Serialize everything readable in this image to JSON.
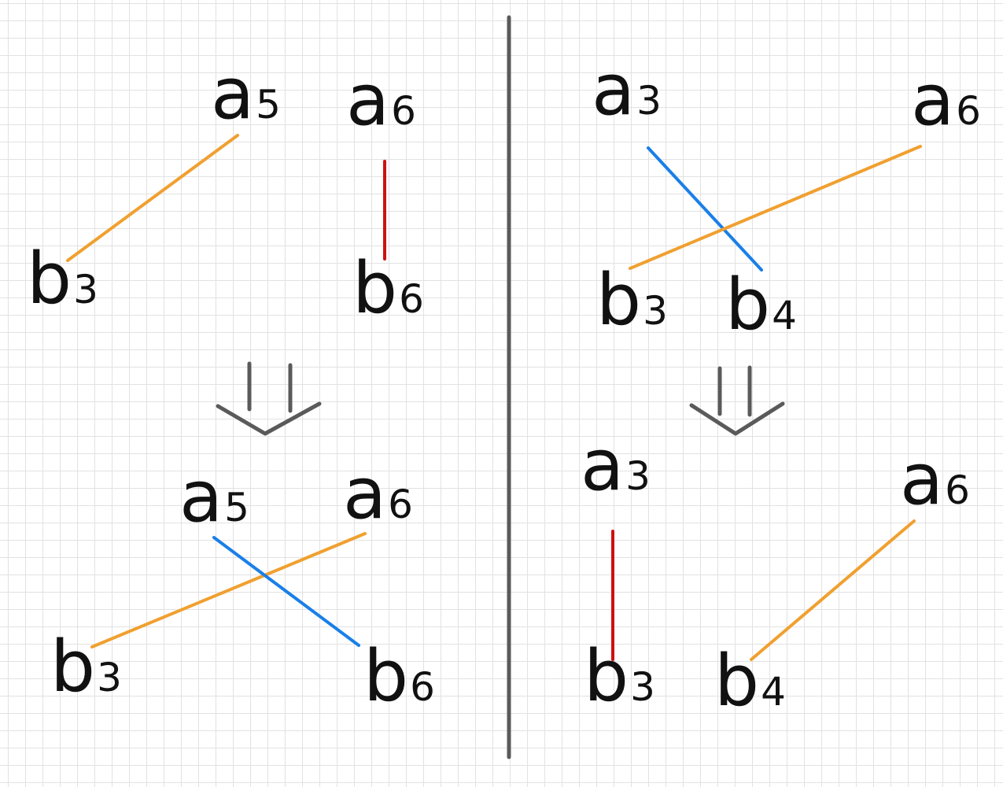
{
  "colors": {
    "orange": "#f0a030",
    "red": "#cc1111",
    "blue": "#1a7fe8",
    "gray": "#5a5a5a",
    "ink": "#111111"
  },
  "labels": {
    "tl_a5": {
      "base": "a",
      "sub": "5"
    },
    "tl_a6": {
      "base": "a",
      "sub": "6"
    },
    "tl_b3": {
      "base": "b",
      "sub": "3"
    },
    "tl_b6": {
      "base": "b",
      "sub": "6"
    },
    "bl_a5": {
      "base": "a",
      "sub": "5"
    },
    "bl_a6": {
      "base": "a",
      "sub": "6"
    },
    "bl_b3": {
      "base": "b",
      "sub": "3"
    },
    "bl_b6": {
      "base": "b",
      "sub": "6"
    },
    "tr_a3": {
      "base": "a",
      "sub": "3"
    },
    "tr_a6": {
      "base": "a",
      "sub": "6"
    },
    "tr_b3": {
      "base": "b",
      "sub": "3"
    },
    "tr_b4": {
      "base": "b",
      "sub": "4"
    },
    "br_a3": {
      "base": "a",
      "sub": "3"
    },
    "br_a6": {
      "base": "a",
      "sub": "6"
    },
    "br_b3": {
      "base": "b",
      "sub": "3"
    },
    "br_b4": {
      "base": "b",
      "sub": "4"
    }
  },
  "edges": [
    {
      "panel": "top-left",
      "from": "a5",
      "to": "b3",
      "color": "orange"
    },
    {
      "panel": "top-left",
      "from": "a6",
      "to": "b6",
      "color": "red"
    },
    {
      "panel": "bottom-left",
      "from": "a5",
      "to": "b6",
      "color": "blue"
    },
    {
      "panel": "bottom-left",
      "from": "a6",
      "to": "b3",
      "color": "orange"
    },
    {
      "panel": "top-right",
      "from": "a3",
      "to": "b4",
      "color": "blue"
    },
    {
      "panel": "top-right",
      "from": "a6",
      "to": "b3",
      "color": "orange"
    },
    {
      "panel": "bottom-right",
      "from": "a3",
      "to": "b3",
      "color": "red"
    },
    {
      "panel": "bottom-right",
      "from": "a6",
      "to": "b4",
      "color": "orange"
    }
  ]
}
